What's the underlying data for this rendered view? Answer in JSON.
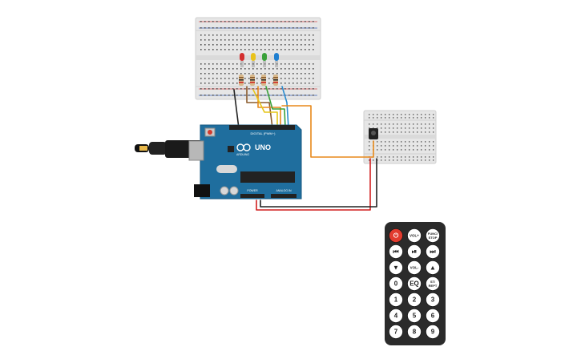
{
  "arduino": {
    "brand": "ARDUINO",
    "model": "UNO",
    "header_digital": "DIGITAL (PWM~)",
    "header_power": "POWER",
    "header_analog": "ANALOG IN"
  },
  "colors": {
    "breadboard": "#e6e6e6",
    "arduino_board": "#1f6e9e",
    "wire_black": "#222222",
    "wire_red": "#d11f1f",
    "wire_orange": "#e8891a",
    "wire_yellow": "#e6c619",
    "wire_green": "#3aa13a",
    "wire_blue": "#2a8ccf",
    "wire_brown": "#8a5a2b",
    "remote_body": "#2b2b2b",
    "power_button": "#e23b2e"
  },
  "leds": [
    {
      "name": "red-led",
      "color": "#d32f2f"
    },
    {
      "name": "yellow-led",
      "color": "#e9c21a"
    },
    {
      "name": "green-led",
      "color": "#3aa13a"
    },
    {
      "name": "blue-led",
      "color": "#1f7fd0"
    }
  ],
  "remote": {
    "rows": [
      [
        {
          "name": "power",
          "label": "⏻",
          "style": "power"
        },
        {
          "name": "vol-up",
          "label": "VOL+"
        },
        {
          "name": "func-stop",
          "label": "FUNC/\nSTOP"
        }
      ],
      [
        {
          "name": "prev",
          "label": "⏮"
        },
        {
          "name": "play-pause",
          "label": "⏯"
        },
        {
          "name": "next",
          "label": "⏭"
        }
      ],
      [
        {
          "name": "down",
          "label": "▼"
        },
        {
          "name": "vol-down",
          "label": "VOL-"
        },
        {
          "name": "up",
          "label": "▲"
        }
      ],
      [
        {
          "name": "num-0",
          "label": "0"
        },
        {
          "name": "eq",
          "label": "EQ"
        },
        {
          "name": "st-rept",
          "label": "ST/\nREPT"
        }
      ],
      [
        {
          "name": "num-1",
          "label": "1"
        },
        {
          "name": "num-2",
          "label": "2"
        },
        {
          "name": "num-3",
          "label": "3"
        }
      ],
      [
        {
          "name": "num-4",
          "label": "4"
        },
        {
          "name": "num-5",
          "label": "5"
        },
        {
          "name": "num-6",
          "label": "6"
        }
      ],
      [
        {
          "name": "num-7",
          "label": "7"
        },
        {
          "name": "num-8",
          "label": "8"
        },
        {
          "name": "num-9",
          "label": "9"
        }
      ]
    ]
  }
}
